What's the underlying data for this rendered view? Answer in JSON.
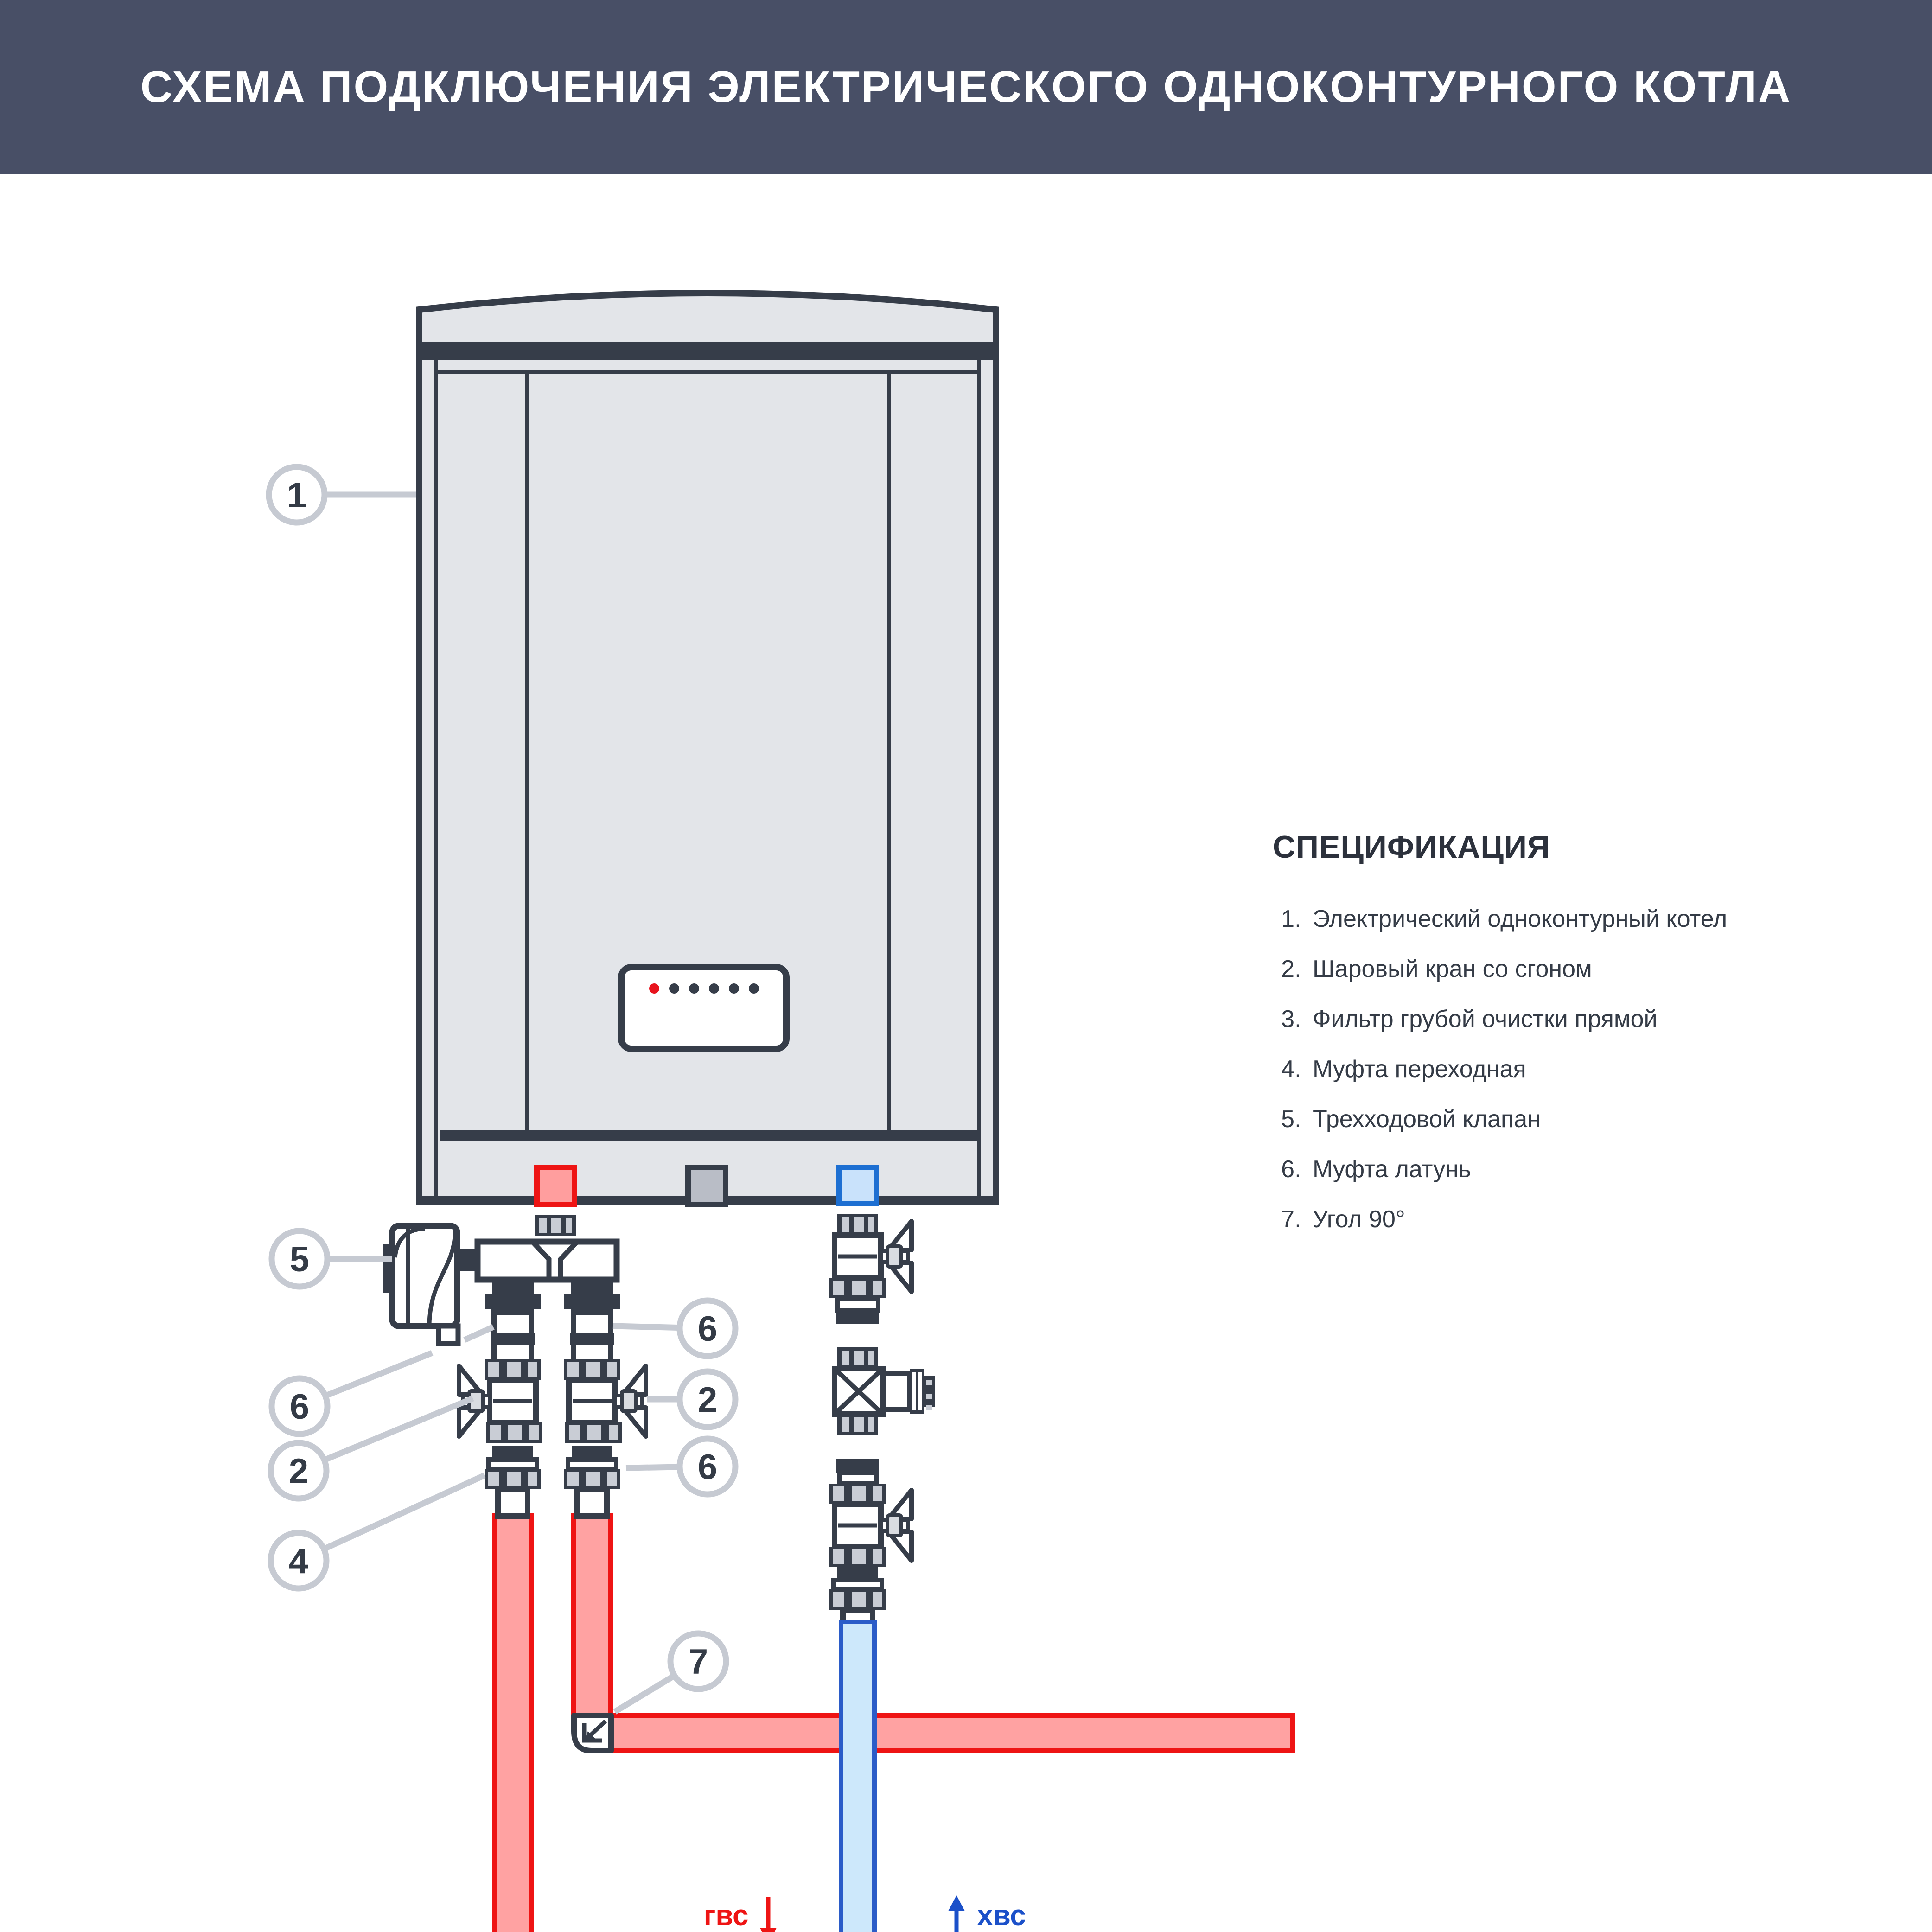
{
  "header": {
    "title": "СХЕМА ПОДКЛЮЧЕНИЯ ЭЛЕКТРИЧЕСКОГО ОДНОКОНТУРНОГО КОТЛА"
  },
  "spec": {
    "heading": "СПЕЦИФИКАЦИЯ",
    "items": [
      "Электрический одноконтурный котел",
      "Шаровый кран со сгоном",
      "Фильтр грубой очистки прямой",
      "Муфта переходная",
      "Трехходовой клапан",
      "Муфта латунь",
      "Угол 90°"
    ]
  },
  "callouts": {
    "boiler": "1",
    "three_way_valve": "5",
    "coupling_left": "6",
    "ball_valve_left": "2",
    "adapter_left": "4",
    "coupling_right_top": "6",
    "ball_valve_right": "2",
    "coupling_right_bottom": "6",
    "elbow": "7"
  },
  "pipe_labels": {
    "hot": "гвс",
    "cold": "хвс"
  },
  "colors": {
    "header_bg": "#484f66",
    "outline": "#363d49",
    "boiler_fill": "#e3e5e9",
    "hot_red": "#ee1414",
    "hot_pipe_fill": "#ffa2a2",
    "cold_blue": "#2b5cc8",
    "cold_port_blue": "#1d6fd2",
    "cold_pipe_fill": "#cde8fb",
    "led_red": "#e8131d",
    "leader_gray": "#c6cad2"
  }
}
